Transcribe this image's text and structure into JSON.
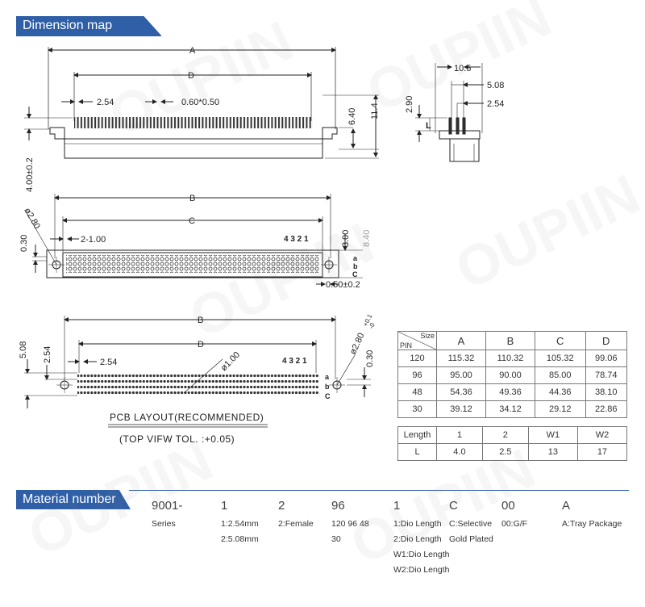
{
  "sections": {
    "dimension_title": "Dimension map",
    "material_title": "Material number"
  },
  "top_view": {
    "dim_a": "A",
    "dim_d": "D",
    "pitch": "2.54",
    "pin_size": "0.60*0.50",
    "h1": "6.40",
    "h2": "11.4",
    "h3": "4.00±0.2"
  },
  "side_view": {
    "w1": "10.5",
    "w2": "5.08",
    "w3": "2.54",
    "h": "2.90",
    "l": "L"
  },
  "front_view": {
    "dim_b": "B",
    "dim_c": "C",
    "hole": "ø2.80",
    "h030": "0.30",
    "pitch": "2-1.00",
    "rows": "4 3 2 1",
    "h300": "3.00",
    "h840": "8.40",
    "abc": [
      "a",
      "b",
      "C"
    ],
    "t050": "0.50±0.2"
  },
  "pcb_view": {
    "dim_b": "B",
    "dim_d": "D",
    "v508": "5.08",
    "v254": "2.54",
    "pitch": "2.54",
    "hole_small": "ø1.00",
    "hole_big": "ø2.80",
    "hole_tol_up": "+0.1",
    "hole_tol_dn": "-0",
    "rows": "4 3 2 1",
    "v030": "0.30",
    "abc": [
      "a",
      "b",
      "C"
    ],
    "caption1": "PCB LAYOUT(RECOMMENDED)",
    "caption2": "(TOP VIFW TOL. :+0.05)"
  },
  "size_table": {
    "header_size": "Size",
    "header_pin": "PIN",
    "columns": [
      "A",
      "B",
      "C",
      "D"
    ],
    "rows": [
      [
        "120",
        "115.32",
        "110.32",
        "105.32",
        "99.06"
      ],
      [
        "96",
        "95.00",
        "90.00",
        "85.00",
        "78.74"
      ],
      [
        "48",
        "54.36",
        "49.36",
        "44.36",
        "38.10"
      ],
      [
        "30",
        "39.12",
        "34.12",
        "29.12",
        "22.86"
      ]
    ]
  },
  "length_table": {
    "header": [
      "Length",
      "1",
      "2",
      "W1",
      "W2"
    ],
    "row": [
      "L",
      "4.0",
      "2.5",
      "13",
      "17"
    ]
  },
  "material": {
    "codes": [
      "9001-",
      "1",
      "2",
      "96",
      "1",
      "C",
      "00",
      "A"
    ],
    "series": "Series",
    "pitch": [
      "1:2.54mm",
      "2:5.08mm"
    ],
    "gender": "2:Female",
    "pins": [
      "120 96 48",
      "30"
    ],
    "length": [
      "1:Dio Length",
      "2:Dio Length",
      "W1:Dio Length",
      "W2:Dio Length"
    ],
    "plating": [
      "C:Selective",
      "Gold Plated"
    ],
    "gf": "00:G/F",
    "package": "A:Tray Package"
  }
}
